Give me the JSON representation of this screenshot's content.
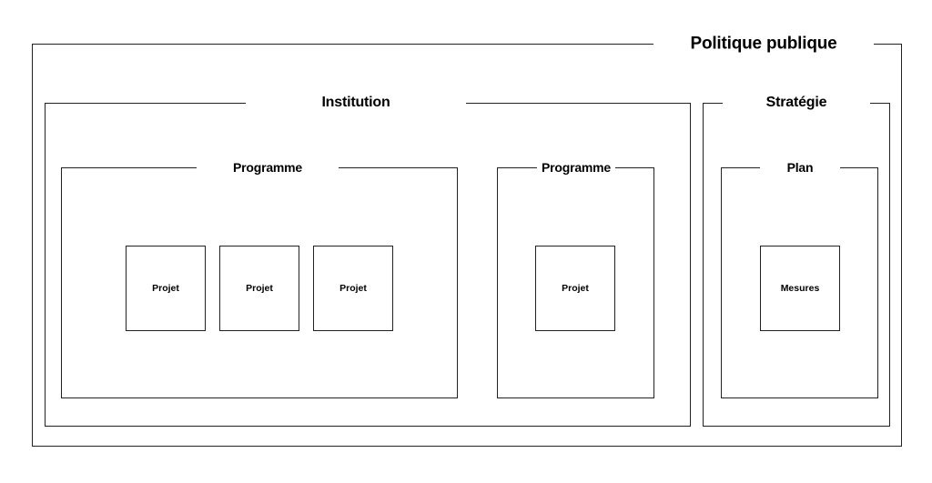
{
  "diagram": {
    "root": {
      "label": "Politique publique"
    },
    "institution": {
      "label": "Institution",
      "programmes": [
        {
          "label": "Programme",
          "projects": [
            "Projet",
            "Projet",
            "Projet"
          ]
        },
        {
          "label": "Programme",
          "projects": [
            "Projet"
          ]
        }
      ]
    },
    "strategie": {
      "label": "Stratégie",
      "plan": {
        "label": "Plan",
        "items": [
          "Mesures"
        ]
      }
    }
  }
}
